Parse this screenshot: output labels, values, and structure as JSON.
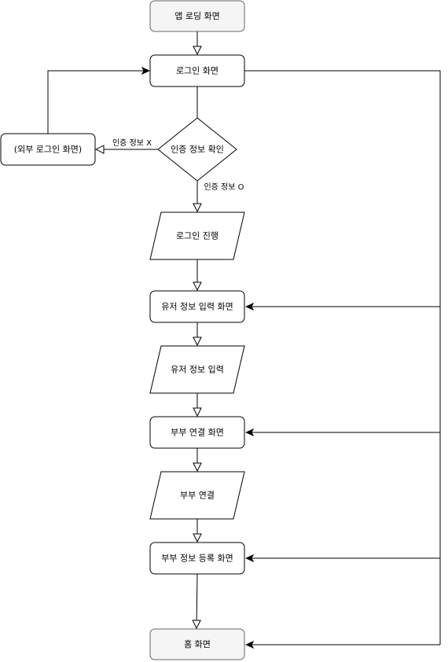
{
  "nodes": {
    "app_loading": "앱 로딩 화면",
    "login_screen": "로그인 화면",
    "auth_check": "인증 정보 확인",
    "external_login": "(외부 로그인 화면)",
    "login_process": "로그인 진행",
    "user_info_screen": "유저 정보 입력 화면",
    "user_info_input": "유저 정보 입력",
    "couple_connect_screen": "부부 연결 화면",
    "couple_connect": "부부 연결",
    "couple_register_screen": "부부 정보 등록 화면",
    "home_screen": "홈 화면"
  },
  "edges": {
    "auth_no": "인증 정보 X",
    "auth_yes": "인증 정보 O"
  },
  "colors": {
    "terminal_fill": "#f5f5f5",
    "terminal_stroke": "#666666",
    "line": "#000000"
  }
}
